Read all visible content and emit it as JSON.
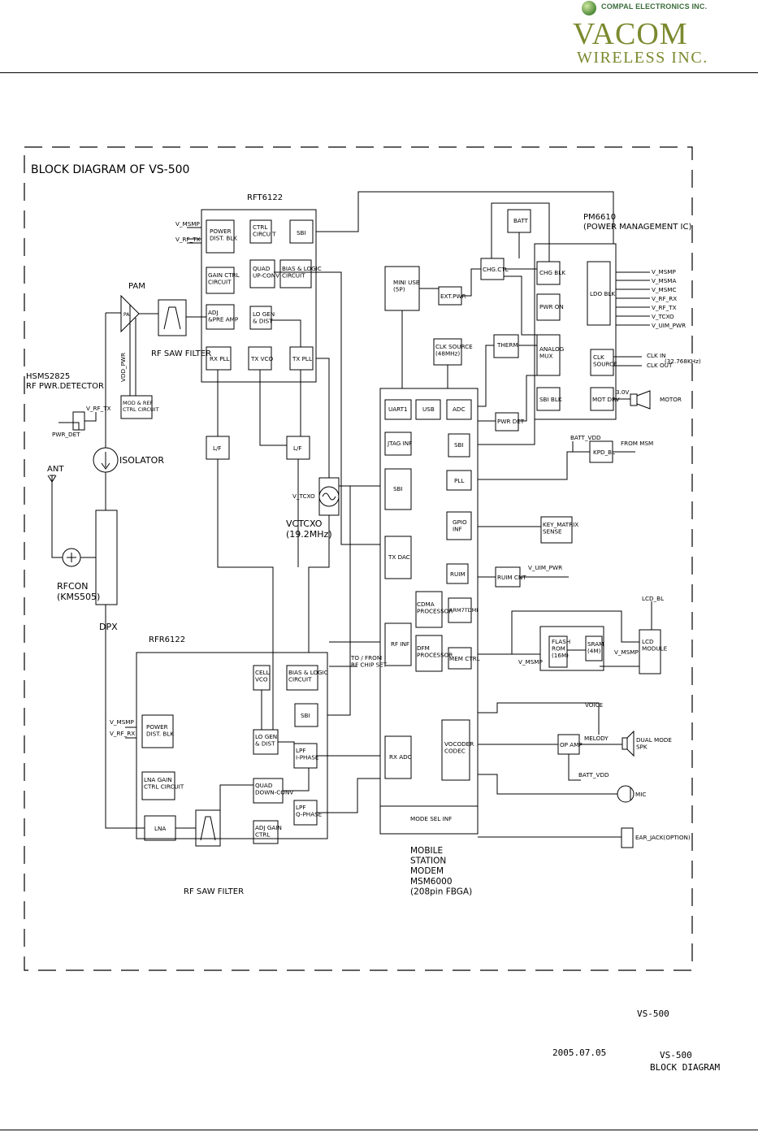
{
  "header": {
    "brand_line": "COMPAL ELECTRONICS INC.",
    "logo_main": "VACOM",
    "logo_sub": "WIRELESS INC."
  },
  "diagram": {
    "title": "BLOCK DIAGRAM OF VS-500",
    "rft": {
      "title": "RFT6122",
      "power": "POWER\nDIST. BLK",
      "ctrl": "CTRL\nCIRCUIT",
      "sbi": "SBI",
      "gain": "GAIN CTRL\nCIRCUIT",
      "quad": "QUAD\nUP-CONV",
      "bias": "BIAS & LOGIC\nCIRCUIT",
      "adj": "ADJ\n&PRE AMP",
      "logen": "LO GEN\n& DIST",
      "rxpll": "RX PLL",
      "txvco": "TX VCO",
      "txpll": "TX PLL",
      "in1": "V_MSMP",
      "in2": "V_RF_TX"
    },
    "pam": {
      "title": "PAM",
      "chip": "PA",
      "saw": "RF SAW FILTER",
      "vdd": "VDD_PWR",
      "modref": "MOD & REF\nCTRL CIRCUIT"
    },
    "det": {
      "title": "HSMS2825\nRF PWR.DETECTOR",
      "vrftx": "V_RF_TX",
      "pwrdet": "PWR_DET"
    },
    "rf": {
      "isolator": "ISOLATOR",
      "ant": "ANT",
      "rfcon": "RFCON\n(KMS505)",
      "dpx": "DPX",
      "lf1": "L/F",
      "lf2": "L/F",
      "vtcxo": "V_TCXO",
      "vctcxo": "VCTCXO\n(19.2MHz)"
    },
    "rfr": {
      "title": "RFR6122",
      "cellvco": "CELL\nVCO",
      "bias": "BIAS & LOGIC\nCIRCUIT",
      "sbi": "SBI",
      "power": "POWER\nDIST. BLK",
      "logen": "LO GEN\n& DIST",
      "lpfi": "LPF\nI-PHASE",
      "lnagain": "LNA GAIN\nCTRL CIRCUIT",
      "quad": "QUAD\nDOWN-CONV",
      "lpfq": "LPF\nQ-PHASE",
      "lna": "LNA",
      "adjgain": "ADJ GAIN\nCTRL",
      "saw": "RF SAW FILTER",
      "in1": "V_MSMP",
      "in2": "V_RF_RX"
    },
    "msm": {
      "mini_usb": "MINI USB\n(5P)",
      "extpwr": "EXT.PWR",
      "chgctl": "CHG.CTL",
      "batt": "BATT",
      "clk": "CLK SOURCE\n(48MHz)",
      "therm": "THERM",
      "uart": "UART1",
      "usb": "USB",
      "adc": "ADC",
      "jtag": "JTAG INF",
      "sbi1": "SBI",
      "pwrdet": "PWR DET",
      "sbi2": "SBI",
      "pll": "PLL",
      "gpio": "GPIO\nINF",
      "txdac": "TX DAC",
      "ruim": "RUIM",
      "ruimcnt": "RUIM CNT",
      "cdma": "CDMA\nPROCESSOR",
      "arm": "ARM7TDMI",
      "rfinf": "RF INF",
      "dfm": "DFM\nPROCESSOR",
      "msmctrl": "MEM CTRL",
      "rxadc": "RX ADC",
      "vocoder": "VOCODER\nCODEC",
      "modesel": "MODE SEL INF",
      "caption": "MOBILE\nSTATION\nMODEM\nMSM6000\n(208pin FBGA)",
      "tofrom": "TO / FROM\nRF CHIP SET"
    },
    "pm": {
      "title": "PM6610\n(POWER MANAGEMENT IC)",
      "chg": "CHG BLK",
      "ldo": "LDO BLK",
      "pwron": "PWR ON",
      "amux": "ANALOG\nMUX",
      "clk": "CLK\nSOURCE",
      "sbi": "SBI BLK",
      "motdrv": "MOT DRV",
      "outs": [
        "V_MSMP",
        "V_MSMA",
        "V_MSMC",
        "V_RF_RX",
        "V_RF_TX",
        "V_TCXO",
        "V_UIM_PWR"
      ],
      "clkin": "CLK IN",
      "clkout": "CLK OUT",
      "xtal": "(32.768KHz)",
      "v3": "3.0V",
      "motor": "MOTOR"
    },
    "periph": {
      "battvdd": "BATT_VDD",
      "kpd": "KPD_BL",
      "frommsm": "FROM MSM",
      "keymatrix": "KEY_MATRIX\nSENSE",
      "vuim": "V_UIM_PWR",
      "lcdbl": "LCD_BL",
      "flash": "FLASH\nROM\n(16M)",
      "sram": "SRAM\n(4M)",
      "vmsmp1": "V_MSMP",
      "vmsmp2": "V_MSMP",
      "lcd": "LCD\nMODULE",
      "voice": "VOICE",
      "melody": "MELODY",
      "opamp": "OP AMP",
      "dualspk": "DUAL MODE\nSPK",
      "battvdd2": "BATT_VDD",
      "mic": "MIC",
      "earjack": "EAR_JACK(OPTION)"
    }
  },
  "footer": {
    "doc1": "VS-500",
    "date": "2005.07.05",
    "doc2": "VS-500",
    "sheet": "BLOCK DIAGRAM"
  }
}
